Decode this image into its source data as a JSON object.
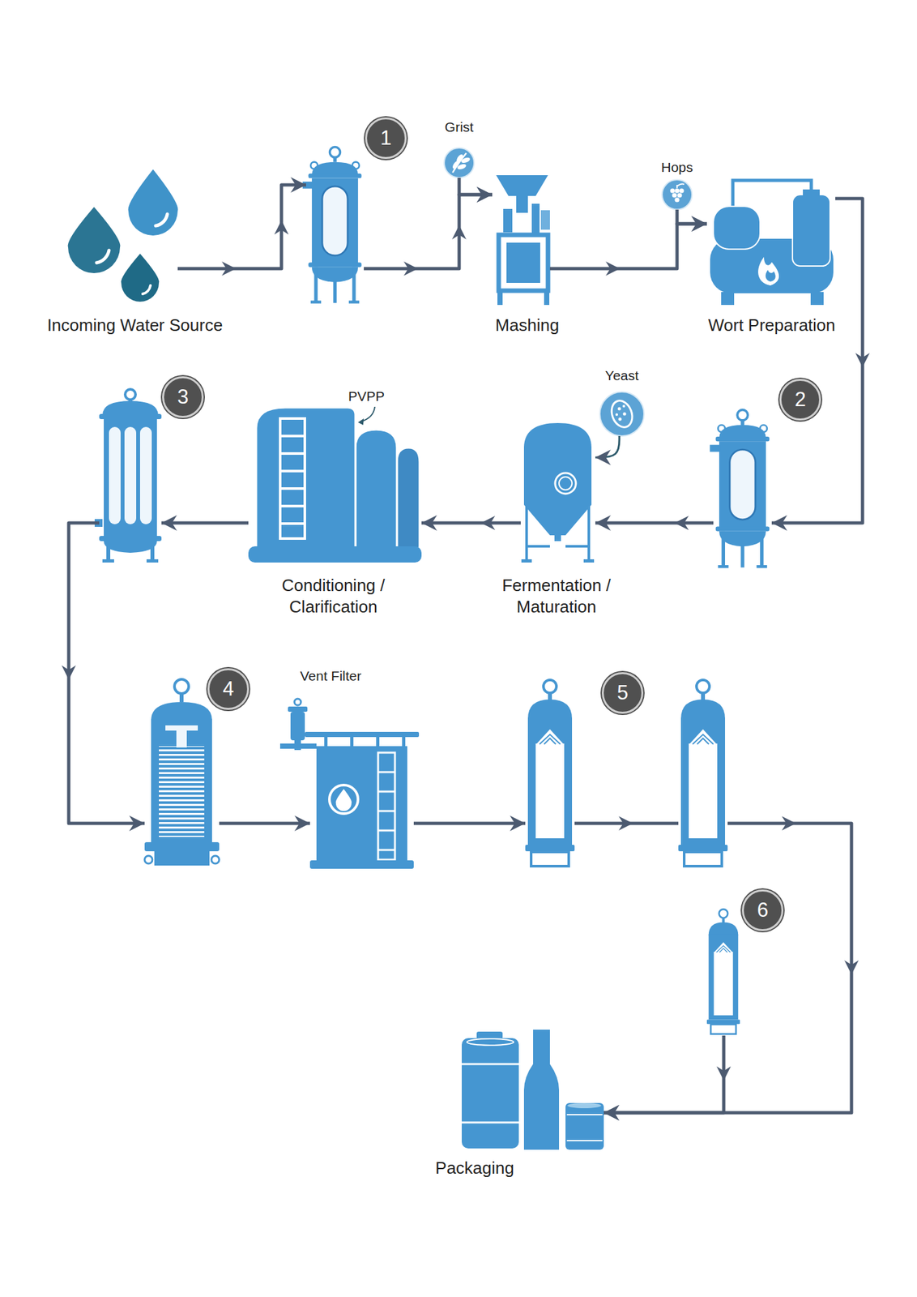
{
  "diagram": {
    "nodes": [
      {
        "text": [
          "Incoming Water Source"
        ]
      },
      {
        "text": [
          "1"
        ]
      },
      {
        "text": [
          "Grist"
        ]
      },
      {
        "text": [
          "Mashing"
        ]
      },
      {
        "text": [
          "Hops"
        ]
      },
      {
        "text": [
          "Wort Preparation"
        ]
      },
      {
        "text": [
          "2"
        ]
      },
      {
        "text": [
          "Yeast"
        ]
      },
      {
        "text": [
          "Fermentation / Maturation"
        ]
      },
      {
        "text": [
          "Conditioning / Clarification"
        ]
      },
      {
        "text": [
          "3"
        ]
      },
      {
        "text": [
          "4"
        ]
      },
      {
        "text": [
          "Vent Filter"
        ]
      },
      {
        "text": [
          "5"
        ]
      },
      {
        "text": [
          "6"
        ]
      },
      {
        "text": [
          "Packaging"
        ]
      }
    ],
    "edges": [
      {
        "from": 0,
        "to": 1,
        "arrow": "to"
      },
      {
        "from": 1,
        "to": 3,
        "arrow": "to"
      },
      {
        "from": 2,
        "to": 3,
        "arrow": "to"
      },
      {
        "from": 3,
        "to": 5,
        "arrow": "to"
      },
      {
        "from": 4,
        "to": 5,
        "arrow": "to"
      },
      {
        "from": 5,
        "to": 6,
        "arrow": "to"
      },
      {
        "from": 6,
        "to": 8,
        "arrow": "to"
      },
      {
        "from": 7,
        "to": 8,
        "arrow": "to"
      },
      {
        "from": 8,
        "to": 9,
        "arrow": "to"
      },
      {
        "from": 9,
        "to": 10,
        "arrow": "to"
      },
      {
        "from": 10,
        "to": 11,
        "arrow": "to"
      },
      {
        "from": 11,
        "to": 12,
        "arrow": "to"
      },
      {
        "from": 12,
        "to": 13,
        "arrow": "to"
      },
      {
        "from": 13,
        "to": 15,
        "arrow": "to"
      },
      {
        "from": 14,
        "to": 15,
        "arrow": "to"
      }
    ],
    "labels": [
      "PVPP"
    ]
  }
}
